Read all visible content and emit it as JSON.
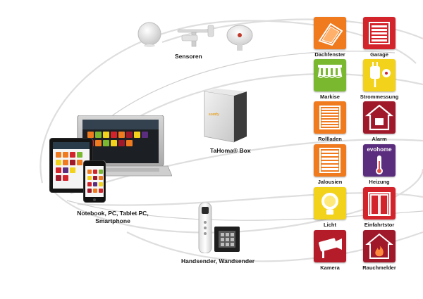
{
  "labels": {
    "sensors": "Sensoren",
    "box": "TaHoma® Box",
    "devices_line1": "Notebook, PC, Tablet PC,",
    "devices_line2": "Smartphone",
    "remotes": "Handsender, Wandsender",
    "box_logo": "somfy"
  },
  "tiles": [
    {
      "label": "Dachfenster",
      "color": "#f07a1e",
      "icon": "roof-window-icon"
    },
    {
      "label": "Garage",
      "color": "#d3242b",
      "icon": "garage-door-icon"
    },
    {
      "label": "Markise",
      "color": "#79b82f",
      "icon": "awning-icon"
    },
    {
      "label": "Strommessung",
      "color": "#f2d21b",
      "icon": "power-plug-icon"
    },
    {
      "label": "Rollladen",
      "color": "#f07a1e",
      "icon": "roller-shutter-icon"
    },
    {
      "label": "Alarm",
      "color": "#a0192a",
      "icon": "alarm-house-icon"
    },
    {
      "label": "Jalousien",
      "color": "#f07a1e",
      "icon": "blinds-icon"
    },
    {
      "label": "Heizung",
      "color": "#5b2d7e",
      "icon": "thermometer-icon",
      "brand": "evohome"
    },
    {
      "label": "Licht",
      "color": "#f2d21b",
      "icon": "light-bulb-icon"
    },
    {
      "label": "Einfahrtstor",
      "color": "#d3242b",
      "icon": "gate-icon"
    },
    {
      "label": "Kamera",
      "color": "#b51c2a",
      "icon": "camera-icon"
    },
    {
      "label": "Rauchmelder",
      "color": "#a0192a",
      "icon": "smoke-fire-icon"
    }
  ]
}
